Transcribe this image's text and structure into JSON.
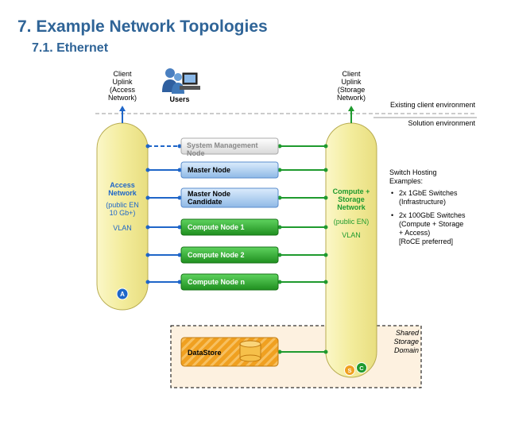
{
  "heading": "7. Example Network Topologies",
  "subheading": "7.1. Ethernet",
  "env": {
    "existing": "Existing client environment",
    "solution": "Solution environment"
  },
  "users_label": "Users",
  "uplink_left": [
    "Client",
    "Uplink",
    "(Access",
    "Network)"
  ],
  "uplink_right": [
    "Client",
    "Uplink",
    "(Storage",
    "Network)"
  ],
  "access_network": {
    "title": [
      "Access",
      "Network"
    ],
    "detail": [
      "(public EN",
      "10 Gb+)"
    ],
    "vlan": "VLAN",
    "badge": "A"
  },
  "compute_storage_network": {
    "title": [
      "Compute +",
      "Storage",
      "Network"
    ],
    "detail": "(public EN)",
    "vlan": "VLAN",
    "badges": [
      "S",
      "C"
    ]
  },
  "nodes": [
    {
      "label": [
        "System Management",
        "Node"
      ],
      "kind": "grey"
    },
    {
      "label": [
        "Master Node"
      ],
      "kind": "blue"
    },
    {
      "label": [
        "Master Node",
        "Candidate"
      ],
      "kind": "blue"
    },
    {
      "label": [
        "Compute Node 1"
      ],
      "kind": "green"
    },
    {
      "label": [
        "Compute Node 2"
      ],
      "kind": "green"
    },
    {
      "label": [
        "Compute Node n"
      ],
      "kind": "green"
    }
  ],
  "datastore": "DataStore",
  "shared_domain": [
    "Shared",
    "Storage",
    "Domain"
  ],
  "switch_hosting": {
    "title": [
      "Switch Hosting",
      "Examples:"
    ],
    "items": [
      [
        "2x 1GbE Switches",
        "(Infrastructure)"
      ],
      [
        "2x 100GbE Switches",
        "(Compute + Storage",
        "+ Access)",
        "[RoCE preferred]"
      ]
    ]
  },
  "colors": {
    "heading": "#2f6497",
    "blue_line": "#1f66c8",
    "green_line": "#1f9a2e",
    "pill": "#f5f0a8",
    "node_green": "#2eaa2e",
    "node_blue": "#9fc6ee",
    "datastore": "#f0a020"
  }
}
